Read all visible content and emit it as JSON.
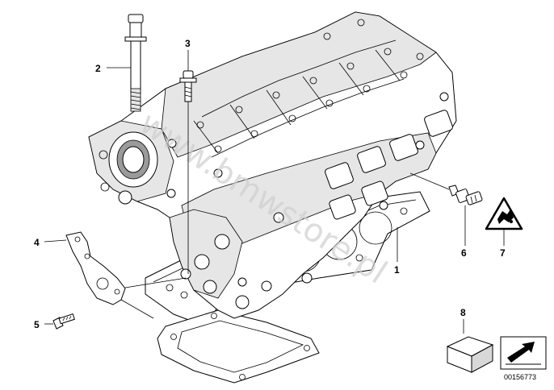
{
  "diagram": {
    "callouts": [
      {
        "id": "2",
        "label": "2"
      },
      {
        "id": "3",
        "label": "3"
      },
      {
        "id": "1",
        "label": "1"
      },
      {
        "id": "4",
        "label": "4"
      },
      {
        "id": "5",
        "label": "5"
      },
      {
        "id": "6",
        "label": "6"
      },
      {
        "id": "7",
        "label": "7"
      },
      {
        "id": "8",
        "label": "8"
      }
    ],
    "watermark": "www.bmwstore.pl",
    "image_number": "00156773",
    "icons": [
      "warning-triangle-icon",
      "box-icon",
      "arrow-icon"
    ]
  }
}
